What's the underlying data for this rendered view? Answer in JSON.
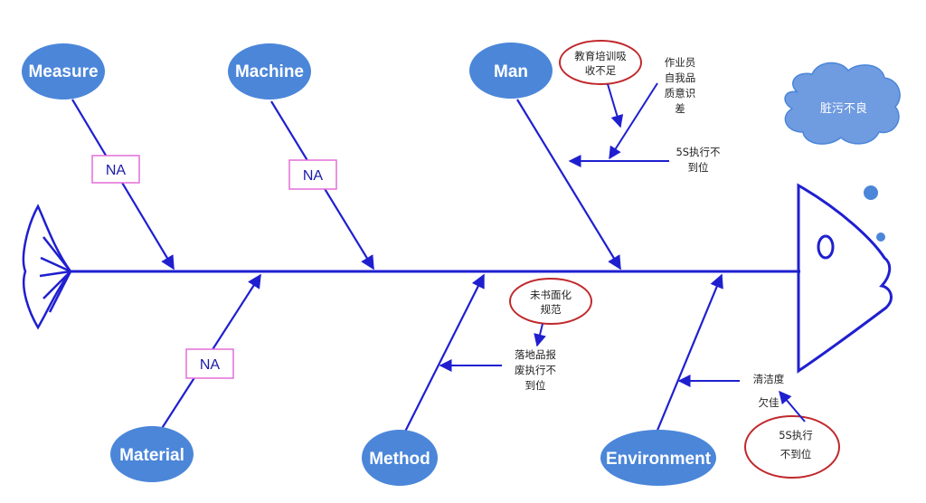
{
  "diagram": {
    "categories": {
      "measure": "Measure",
      "machine": "Machine",
      "man": "Man",
      "material": "Material",
      "method": "Method",
      "environment": "Environment"
    },
    "na_label": "NA",
    "problem": "脏污不良",
    "man_causes": {
      "circled": [
        "教育培训吸",
        "收不足"
      ],
      "sub_cause": [
        "作业员",
        "自我品",
        "质意识",
        "差"
      ],
      "cause": [
        "5S执行不",
        "到位"
      ]
    },
    "method_causes": {
      "circled": [
        "未书面化",
        "规范"
      ],
      "cause": [
        "落地品报",
        "废执行不",
        "到位"
      ]
    },
    "environment_causes": {
      "cause": [
        "清洁度",
        "欠佳"
      ],
      "circled": [
        "5S执行",
        "不到位"
      ]
    },
    "colors": {
      "line": "#1f1fd0",
      "bubble": "#4b86d9",
      "cloud": "#6f9be0",
      "circle": "#c0282c",
      "na_box": "#e36fd8"
    }
  }
}
